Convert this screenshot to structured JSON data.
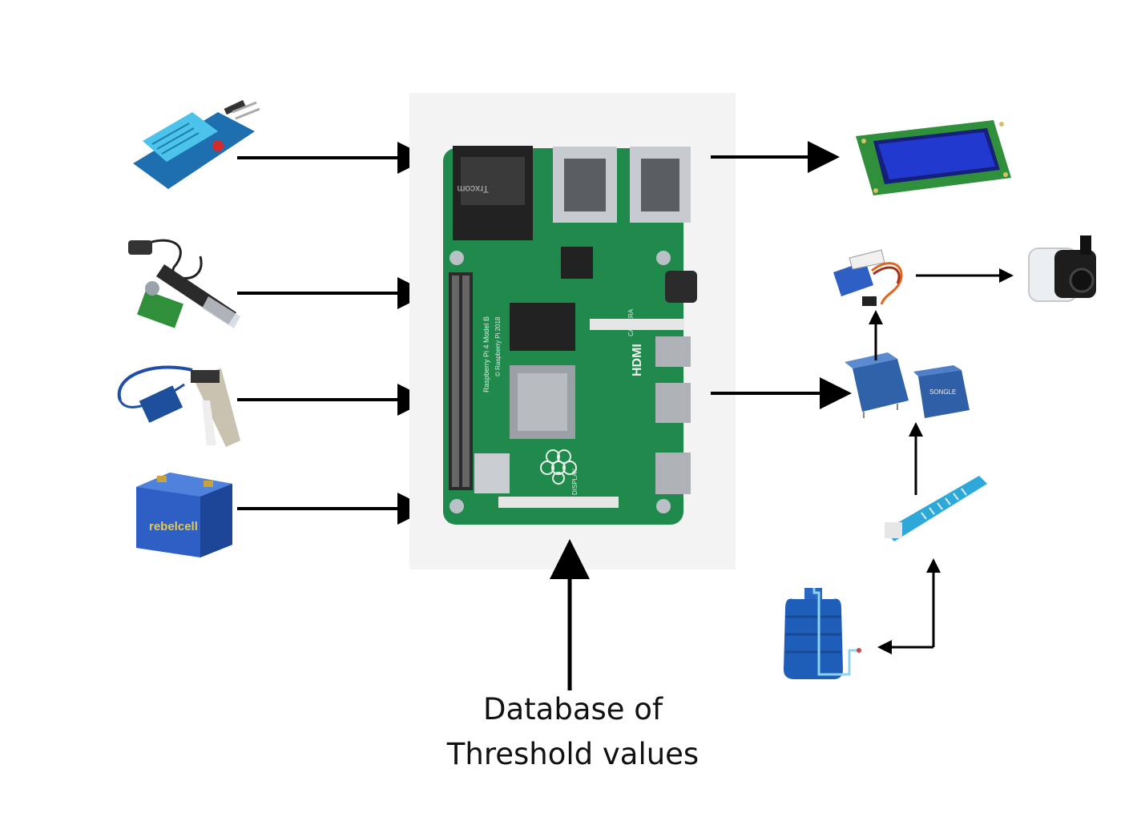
{
  "caption": {
    "line1": "Database of",
    "line2": "Threshold values"
  },
  "labels": {
    "sensor_battery_brand": "rebelcell",
    "board_connector_brand": "Trxcom",
    "board_model_text": "Raspberry Pi 4 Model B",
    "board_year_text": "© Raspberry Pi 2018",
    "board_hdmi_text": "HDMI",
    "board_camera_text": "CAMERA",
    "board_display_text": "DISPLAY",
    "relay_brand": "SONGLE"
  },
  "colors": {
    "board": "#1f8a4c",
    "board_dark": "#146b37",
    "lcd_green": "#2f8f3a",
    "lcd_screen": "#1f35c9",
    "sensor_blue": "#2ea8d8",
    "relay_blue": "#2f62a8",
    "tank_blue": "#1e5db8",
    "arrow": "#000000"
  }
}
